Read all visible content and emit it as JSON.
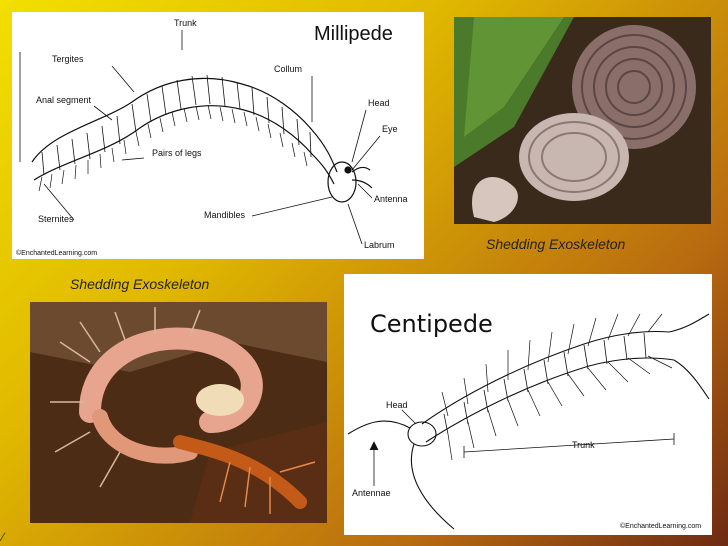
{
  "slide": {
    "title": "Millipede"
  },
  "millipede_diagram": {
    "labels": {
      "trunk": "Trunk",
      "tergites": "Tergites",
      "collum": "Collum",
      "anal_segment": "Anal segment",
      "head": "Head",
      "eye": "Eye",
      "pairs_of_legs": "Pairs of legs",
      "antenna": "Antenna",
      "sternites": "Sternites",
      "mandibles": "Mandibles",
      "labrum": "Labrum"
    },
    "copyright": "©EnchantedLearning.com"
  },
  "captions": {
    "millipede_photo": "Shedding Exoskeleton",
    "centipede_photo": "Shedding Exoskeleton"
  },
  "centipede_diagram": {
    "title": "Centipede",
    "labels": {
      "head": "Head",
      "trunk": "Trunk",
      "antennae": "Antennae"
    },
    "copyright": "©EnchantedLearning.com"
  },
  "colors": {
    "background_start": "#f2e000",
    "background_end": "#6e2a12"
  }
}
